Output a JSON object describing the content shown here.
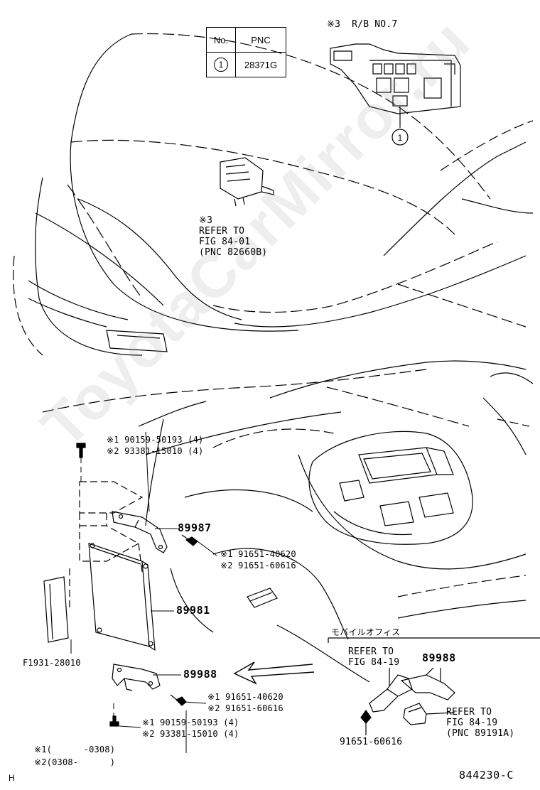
{
  "watermark": "ToyotaCarMirror.ru",
  "table": {
    "header_no": "No.",
    "header_pnc": "PNC",
    "row_no": "1",
    "row_pnc": "28371G"
  },
  "labels": {
    "rb_title": "※3  R/B NO.7",
    "callout_1": "1",
    "ref_note_mark": "※3",
    "ref_note_line1": "REFER TO",
    "ref_note_line2": "FIG 84-01",
    "ref_note_line3": "(PNC 82660B)",
    "bolt_top_1": "※1 90159-50193 (4)",
    "bolt_top_2": "※2 93381-15010 (4)",
    "part_89987": "89987",
    "screw_mid_1": "※1 91651-40620",
    "screw_mid_2": "※2 91651-60616",
    "part_89981": "89981",
    "part_f1931": "F1931-28010",
    "part_89988": "89988",
    "screw_low_1": "※1 91651-40620",
    "screw_low_2": "※2 91651-60616",
    "bolt_bot_1": "※1 90159-50193 (4)",
    "bolt_bot_2": "※2 93381-15010 (4)",
    "note_1": "※1(      -0308)",
    "note_2": "※2(0308-      )",
    "mobile_office": "モバイルオフィス",
    "inset_ref1_line1": "REFER TO",
    "inset_ref1_line2": "FIG 84-19",
    "inset_part_89988": "89988",
    "inset_ref2_line1": "REFER TO",
    "inset_ref2_line2": "FIG 84-19",
    "inset_ref2_line3": "(PNC 89191A)",
    "inset_screw": "91651-60616",
    "corner_h": "H",
    "diagram_code": "844230-C"
  }
}
